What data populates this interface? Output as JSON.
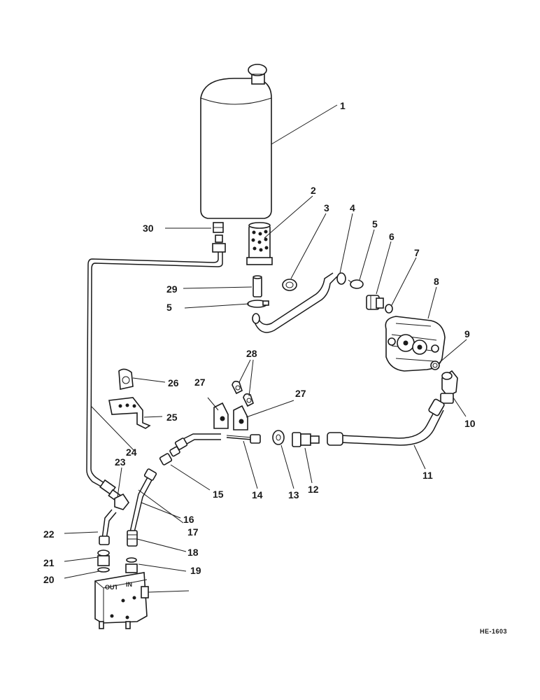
{
  "figure_ref": "HE-1603",
  "valve_marks": {
    "out": "OUT",
    "in": "IN"
  },
  "callouts": {
    "c1": "1",
    "c2": "2",
    "c3": "3",
    "c4": "4",
    "c5a": "5",
    "c5b": "5",
    "c6": "6",
    "c7": "7",
    "c8": "8",
    "c9": "9",
    "c10": "10",
    "c11": "11",
    "c12": "12",
    "c13": "13",
    "c14": "14",
    "c15": "15",
    "c16": "16",
    "c17": "17",
    "c18": "18",
    "c19": "19",
    "c20": "20",
    "c21": "21",
    "c22": "22",
    "c23": "23",
    "c24": "24",
    "c25": "25",
    "c26": "26",
    "c27a": "27",
    "c27b": "27",
    "c28": "28",
    "c29": "29",
    "c30": "30"
  }
}
